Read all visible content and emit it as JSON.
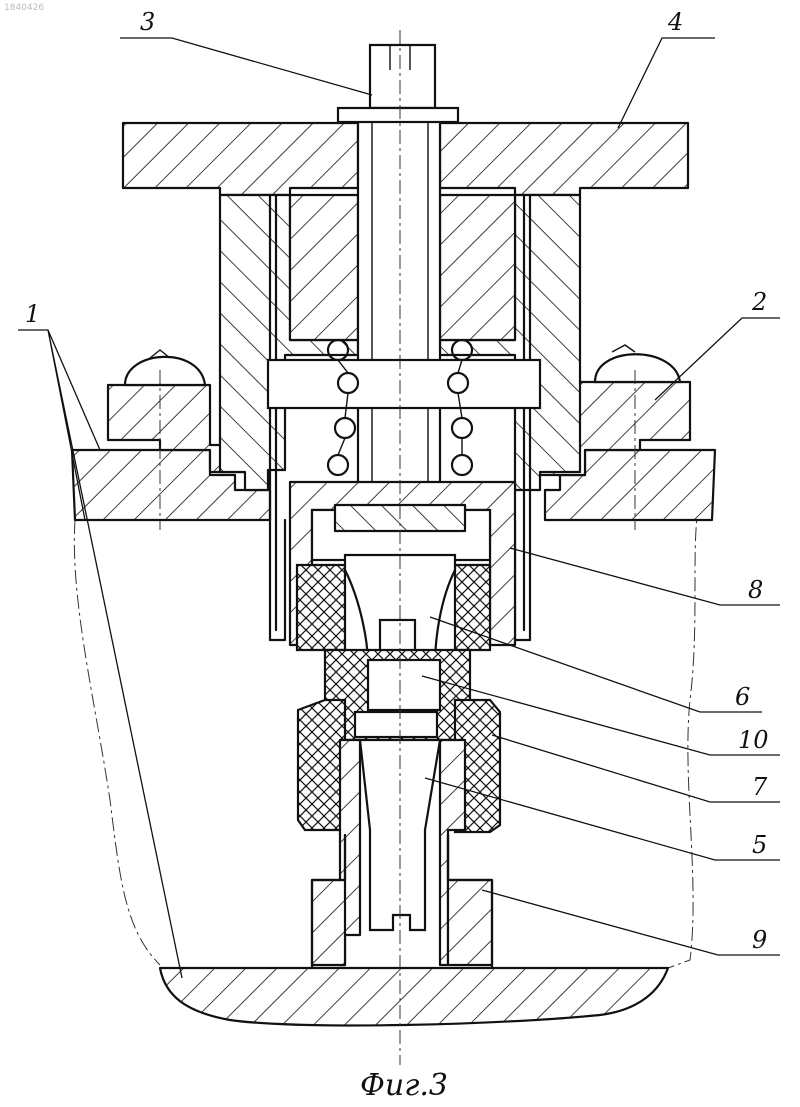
{
  "figure": {
    "caption": "Фиг.3",
    "corner_id": "1840426"
  },
  "labels": [
    {
      "id": "label-1",
      "text": "1"
    },
    {
      "id": "label-2",
      "text": "2"
    },
    {
      "id": "label-3",
      "text": "3"
    },
    {
      "id": "label-4",
      "text": "4"
    },
    {
      "id": "label-5",
      "text": "5"
    },
    {
      "id": "label-6",
      "text": "6"
    },
    {
      "id": "label-7",
      "text": "7"
    },
    {
      "id": "label-8",
      "text": "8"
    },
    {
      "id": "label-9",
      "text": "9"
    },
    {
      "id": "label-10",
      "text": "10"
    }
  ]
}
